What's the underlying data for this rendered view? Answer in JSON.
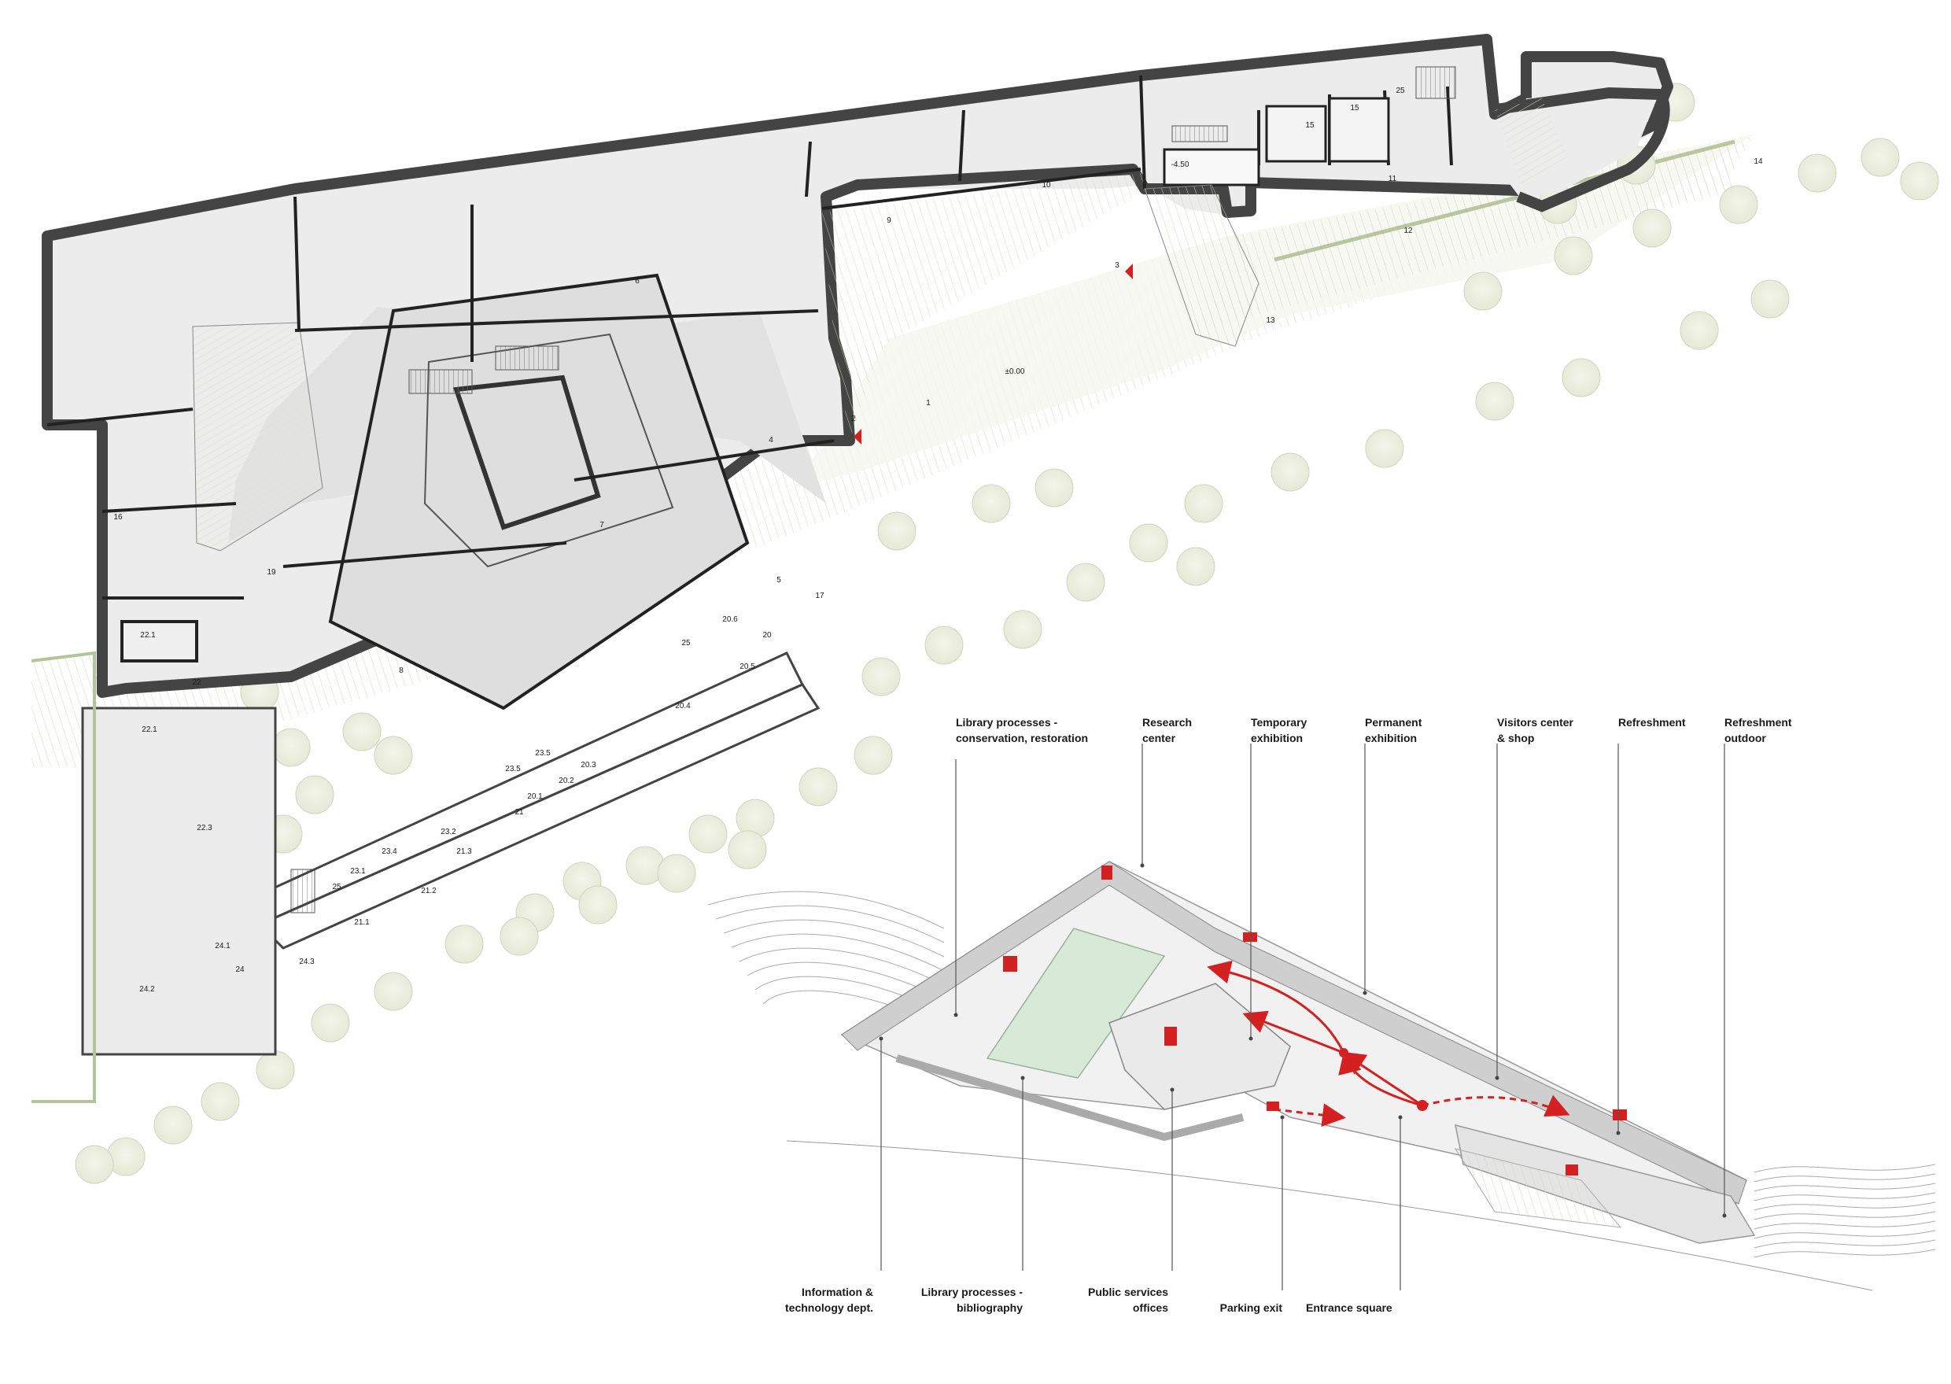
{
  "plan": {
    "rooms": [
      {
        "id": "r1",
        "label": "1"
      },
      {
        "id": "r2",
        "label": "2"
      },
      {
        "id": "r3",
        "label": "3"
      },
      {
        "id": "r4",
        "label": "4"
      },
      {
        "id": "r5",
        "label": "5"
      },
      {
        "id": "r6",
        "label": "6"
      },
      {
        "id": "r7",
        "label": "7"
      },
      {
        "id": "r8",
        "label": "8"
      },
      {
        "id": "r9",
        "label": "9"
      },
      {
        "id": "r10",
        "label": "10"
      },
      {
        "id": "r11",
        "label": "11"
      },
      {
        "id": "r12",
        "label": "12"
      },
      {
        "id": "r13",
        "label": "13"
      },
      {
        "id": "r14",
        "label": "14"
      },
      {
        "id": "r15a",
        "label": "15"
      },
      {
        "id": "r15b",
        "label": "15"
      },
      {
        "id": "r16",
        "label": "16"
      },
      {
        "id": "r17",
        "label": "17"
      },
      {
        "id": "r19",
        "label": "19"
      },
      {
        "id": "r20",
        "label": "20"
      },
      {
        "id": "r201",
        "label": "20.1"
      },
      {
        "id": "r202",
        "label": "20.2"
      },
      {
        "id": "r203",
        "label": "20.3"
      },
      {
        "id": "r204",
        "label": "20.4"
      },
      {
        "id": "r205",
        "label": "20.5"
      },
      {
        "id": "r206",
        "label": "20.6"
      },
      {
        "id": "r21",
        "label": "21"
      },
      {
        "id": "r211",
        "label": "21.1"
      },
      {
        "id": "r212",
        "label": "21.2"
      },
      {
        "id": "r213",
        "label": "21.3"
      },
      {
        "id": "r22",
        "label": "22"
      },
      {
        "id": "r221a",
        "label": "22.1"
      },
      {
        "id": "r221b",
        "label": "22.1"
      },
      {
        "id": "r223",
        "label": "22.3"
      },
      {
        "id": "r231",
        "label": "23.1"
      },
      {
        "id": "r232",
        "label": "23.2"
      },
      {
        "id": "r234",
        "label": "23.4"
      },
      {
        "id": "r235a",
        "label": "23.5"
      },
      {
        "id": "r235b",
        "label": "23.5"
      },
      {
        "id": "r24",
        "label": "24"
      },
      {
        "id": "r241",
        "label": "24.1"
      },
      {
        "id": "r242",
        "label": "24.2"
      },
      {
        "id": "r243",
        "label": "24.3"
      },
      {
        "id": "r25a",
        "label": "25"
      },
      {
        "id": "r25b",
        "label": "25"
      },
      {
        "id": "r25c",
        "label": "25"
      },
      {
        "id": "lvl1",
        "label": "±0.00"
      },
      {
        "id": "lvl2",
        "label": "-4.50"
      }
    ]
  },
  "callouts": {
    "top": [
      {
        "id": "processes_conservation",
        "text": "Library processes -\nconservation, restoration"
      },
      {
        "id": "research",
        "text": "Research\ncenter"
      },
      {
        "id": "temporary",
        "text": "Temporary\nexhibition"
      },
      {
        "id": "permanent",
        "text": "Permanent\nexhibition"
      },
      {
        "id": "visitors",
        "text": "Visitors center\n& shop"
      },
      {
        "id": "refreshment",
        "text": "Refreshment"
      },
      {
        "id": "refreshment_outdoor",
        "text": "Refreshment\noutdoor"
      }
    ],
    "bottom": [
      {
        "id": "it",
        "text": "Information &\ntechnology dept."
      },
      {
        "id": "bibliography",
        "text": "Library processes -\nbibliography"
      },
      {
        "id": "public_services",
        "text": "Public services\noffices"
      },
      {
        "id": "parking",
        "text": "Parking exit"
      },
      {
        "id": "entrance",
        "text": "Entrance square"
      }
    ]
  },
  "colors": {
    "wall": "#444444",
    "floor": "#ececec",
    "site": "#f7f7ef",
    "landscape": "#dfe8cc",
    "court": "#d7ead7",
    "accent": "#d42020"
  }
}
